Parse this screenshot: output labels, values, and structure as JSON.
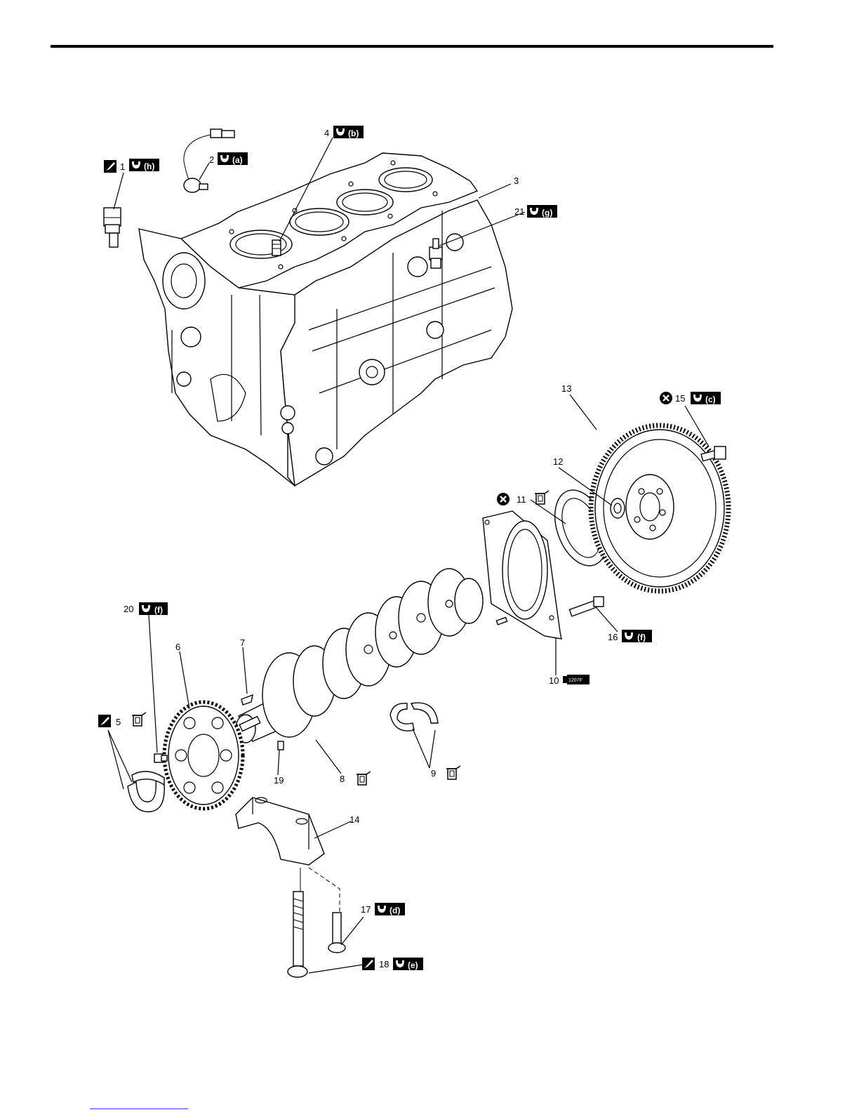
{
  "callouts": [
    {
      "num": "1",
      "torque": "(h)",
      "sealant": true
    },
    {
      "num": "2",
      "torque": "(a)"
    },
    {
      "num": "3"
    },
    {
      "num": "4",
      "torque": "(b)"
    },
    {
      "num": "5",
      "sealant": true,
      "oil": true
    },
    {
      "num": "6"
    },
    {
      "num": "7"
    },
    {
      "num": "8",
      "oil": true
    },
    {
      "num": "9",
      "oil": true
    },
    {
      "num": "10",
      "sealant_code": "1207F"
    },
    {
      "num": "11",
      "no_reuse": true,
      "oil": true
    },
    {
      "num": "12"
    },
    {
      "num": "13"
    },
    {
      "num": "14"
    },
    {
      "num": "15",
      "no_reuse": true,
      "torque": "(c)"
    },
    {
      "num": "16",
      "torque": "(f)"
    },
    {
      "num": "17",
      "torque": "(d)"
    },
    {
      "num": "18",
      "torque": "(e)",
      "sealant": true
    },
    {
      "num": "19"
    },
    {
      "num": "20",
      "torque": "(f)"
    },
    {
      "num": "21",
      "torque": "(g)"
    }
  ],
  "icons": {
    "torque": "wrench-icon",
    "sealant": "sealant-brush-icon",
    "oil": "oil-can-icon",
    "no_reuse": "do-not-reuse-icon"
  }
}
